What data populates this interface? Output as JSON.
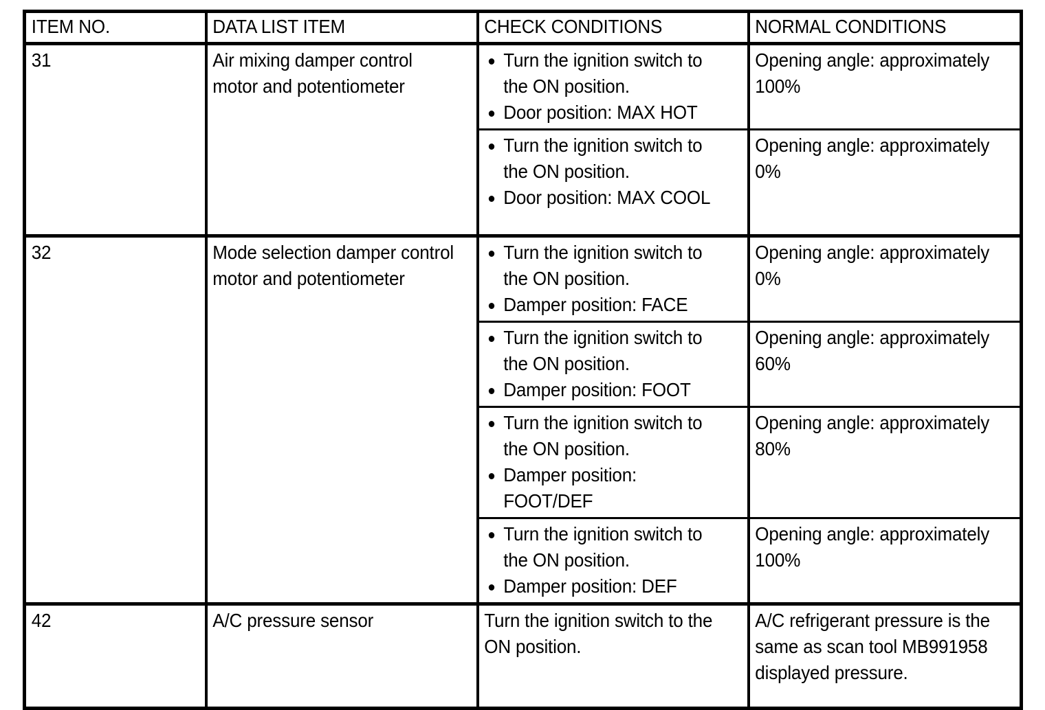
{
  "table": {
    "headers": [
      "ITEM NO.",
      "DATA LIST ITEM",
      "CHECK CONDITIONS",
      "NORMAL CONDITIONS"
    ],
    "groups": [
      {
        "item_no": "31",
        "data_list_item": "Air mixing damper control motor and potentiometer",
        "rows": [
          {
            "check_conditions": [
              "Turn the ignition switch to the ON position.",
              "Door position: MAX HOT"
            ],
            "normal_conditions": "Opening angle: approximately 100%"
          },
          {
            "check_conditions": [
              "Turn the ignition switch to the ON position.",
              "Door position: MAX COOL"
            ],
            "normal_conditions": "Opening angle: approximately 0%"
          }
        ]
      },
      {
        "item_no": "32",
        "data_list_item": "Mode selection damper control motor and potentiometer",
        "rows": [
          {
            "check_conditions": [
              "Turn the ignition switch to the ON position.",
              "Damper position: FACE"
            ],
            "normal_conditions": "Opening angle: approximately 0%"
          },
          {
            "check_conditions": [
              "Turn the ignition switch to the ON position.",
              "Damper position: FOOT"
            ],
            "normal_conditions": "Opening angle: approximately 60%"
          },
          {
            "check_conditions": [
              "Turn the ignition switch to the ON position.",
              "Damper position: FOOT/DEF"
            ],
            "normal_conditions": "Opening angle: approximately 80%"
          },
          {
            "check_conditions": [
              "Turn the ignition switch to the ON position.",
              "Damper position: DEF"
            ],
            "normal_conditions": "Opening angle: approximately 100%"
          }
        ]
      },
      {
        "item_no": "42",
        "data_list_item": "A/C pressure sensor",
        "rows": [
          {
            "check_conditions_plain": "Turn the ignition switch to the ON position.",
            "normal_conditions": "A/C refrigerant pressure is the same as scan tool MB991958 displayed pressure."
          }
        ]
      }
    ]
  },
  "colors": {
    "rule": "#000000",
    "text": "#000000",
    "background": "#ffffff"
  }
}
